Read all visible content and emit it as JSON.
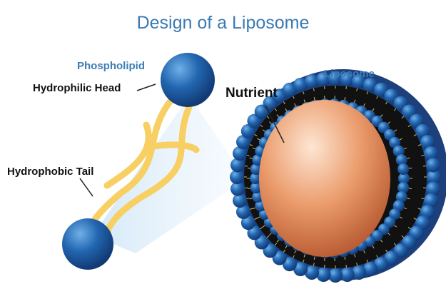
{
  "title": "Design of a Liposome",
  "labels": {
    "phospholipid": "Phospholipid",
    "hydrophilic_head": "Hydrophilic Head",
    "hydrophobic_tail": "Hydrophobic Tail",
    "nutrient": "Nutrient",
    "liposome": "Liposome"
  },
  "colors": {
    "title": "#3b7bb3",
    "head": "#2a6db3",
    "tail": "#f7cf63",
    "core": "#e79a6a"
  }
}
